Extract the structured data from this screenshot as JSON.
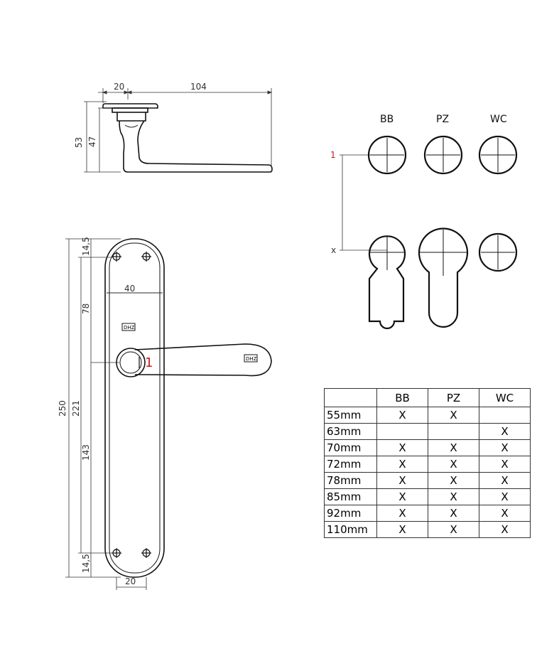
{
  "side_view": {
    "dim_top_left": "20",
    "dim_top_right": "104",
    "dim_height_outer": "53",
    "dim_height_inner": "47"
  },
  "front_view": {
    "dim_total": "250",
    "dim_inner": "221",
    "dim_top": "14,5",
    "dim_upper": "78",
    "dim_lower": "143",
    "dim_bottom": "14,5",
    "dim_width": "40",
    "dim_base": "20",
    "marker": "1",
    "logo": "DHZ"
  },
  "keyholes": {
    "headers": [
      "BB",
      "PZ",
      "WC"
    ],
    "marker_top": "1",
    "marker_bottom": "x"
  },
  "table": {
    "headers": [
      "",
      "BB",
      "PZ",
      "WC"
    ],
    "rows": [
      {
        "size": "55mm",
        "bb": "X",
        "pz": "X",
        "wc": ""
      },
      {
        "size": "63mm",
        "bb": "",
        "pz": "",
        "wc": "X"
      },
      {
        "size": "70mm",
        "bb": "X",
        "pz": "X",
        "wc": "X"
      },
      {
        "size": "72mm",
        "bb": "X",
        "pz": "X",
        "wc": "X"
      },
      {
        "size": "78mm",
        "bb": "X",
        "pz": "X",
        "wc": "X"
      },
      {
        "size": "85mm",
        "bb": "X",
        "pz": "X",
        "wc": "X"
      },
      {
        "size": "92mm",
        "bb": "X",
        "pz": "X",
        "wc": "X"
      },
      {
        "size": "110mm",
        "bb": "X",
        "pz": "X",
        "wc": "X"
      }
    ]
  },
  "colors": {
    "marker": "#d01818",
    "line": "#111111"
  }
}
